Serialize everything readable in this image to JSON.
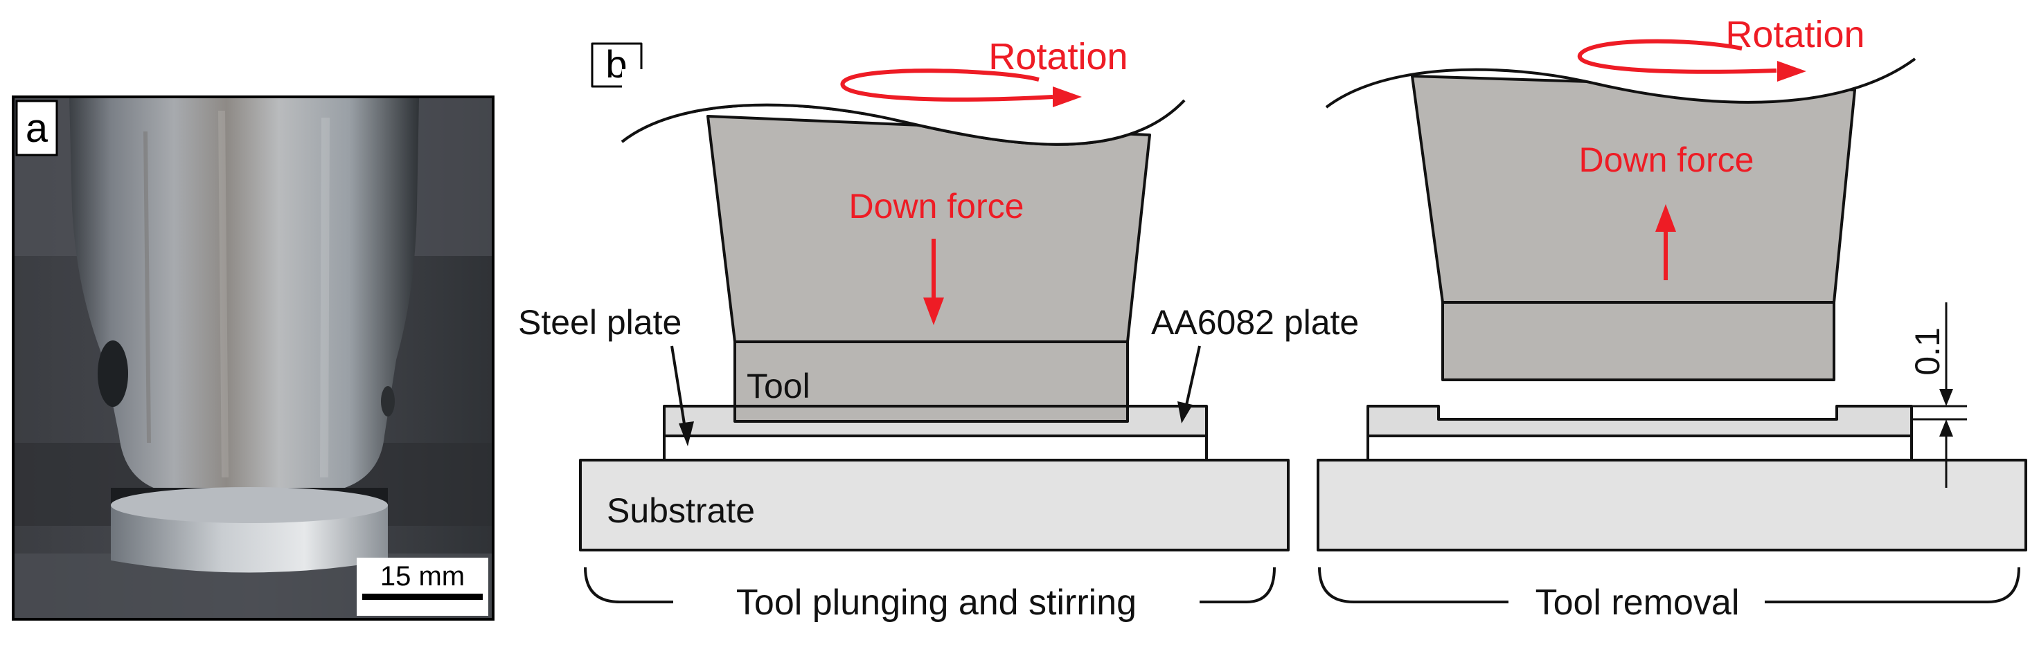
{
  "panel_a": {
    "label": "a",
    "scale_bar_text": "15 mm"
  },
  "panel_b": {
    "label": "b",
    "left": {
      "rotation_label": "Rotation",
      "down_force_label": "Down force",
      "tool_label": "Tool",
      "steel_plate_label": "Steel plate",
      "aa_plate_label": "AA6082 plate",
      "substrate_label": "Substrate",
      "caption": "Tool plunging and stirring"
    },
    "right": {
      "rotation_label": "Rotation",
      "down_force_label": "Down force",
      "dimension_label": "0.1",
      "caption": "Tool removal"
    }
  },
  "colors": {
    "annotation_red": "#ee1c25",
    "tool_gray": "#b8b6b3",
    "plate_gray": "#dcdcdc",
    "substrate_gray": "#e3e3e3",
    "line_black": "#111111"
  }
}
